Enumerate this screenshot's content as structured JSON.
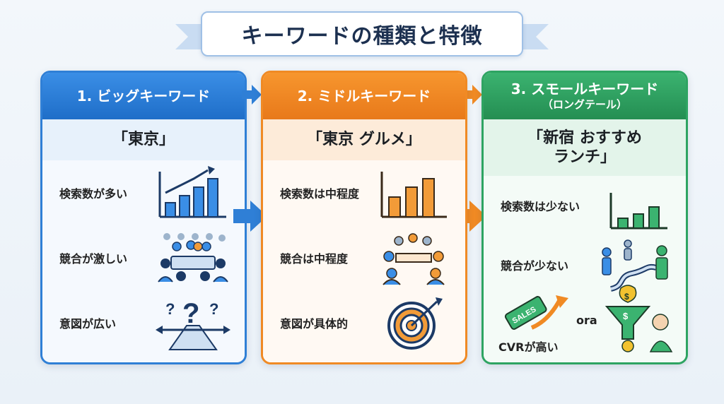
{
  "title": "キーワードの種類と特徴",
  "cards": [
    {
      "header": "1. ビッグキーワード",
      "keyword": "「東京」",
      "rows": [
        {
          "label": "検索数が多い",
          "icon": "bar-chart-up-icon"
        },
        {
          "label": "競合が激しい",
          "icon": "crowd-meeting-icon"
        },
        {
          "label": "意図が広い",
          "icon": "question-crossroads-icon"
        }
      ]
    },
    {
      "header": "2. ミドルキーワード",
      "keyword": "「東京 グルメ」",
      "rows": [
        {
          "label": "検索数は中程度",
          "icon": "bar-chart-icon"
        },
        {
          "label": "競合は中程度",
          "icon": "group-icon"
        },
        {
          "label": "意図が具体的",
          "icon": "target-icon"
        }
      ]
    },
    {
      "header": "3. スモールキーワード",
      "subheader": "（ロングテール）",
      "keyword_line1": "「新宿 おすすめ",
      "keyword_line2": "ランチ」",
      "rows": [
        {
          "label": "検索数は少ない",
          "icon": "small-bar-chart-icon"
        },
        {
          "label": "競合が少ない",
          "icon": "path-people-icon"
        },
        {
          "label": "CVRが高い",
          "icon": "sales-funnel-icon"
        }
      ],
      "extra_text": "ora",
      "tag_text": "SALES"
    }
  ],
  "colors": {
    "big": "#2f7fd6",
    "middle": "#f08a24",
    "small": "#2ea462"
  }
}
